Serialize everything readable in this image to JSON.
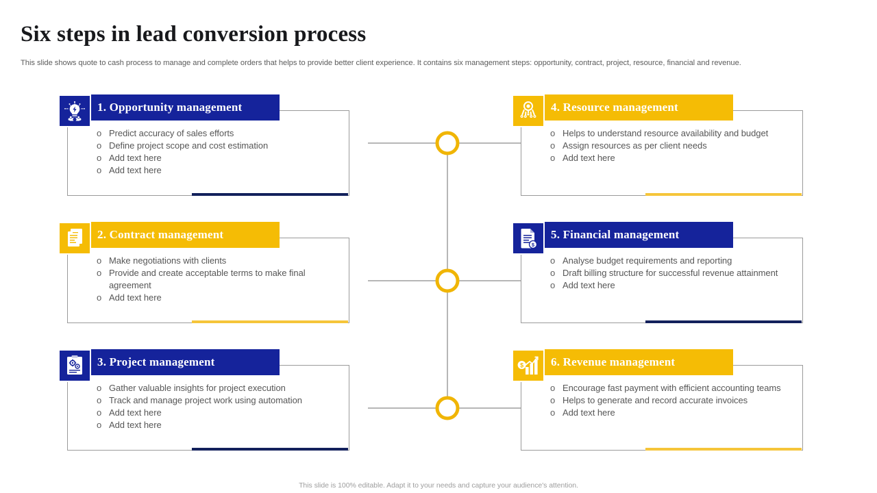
{
  "slide": {
    "title": "Six steps in lead conversion process",
    "subtitle": "This slide shows quote to cash process to manage and complete orders that helps to provide better client experience. It contains six management steps: opportunity, contract,  project, resource, financial and revenue.",
    "footer": "This slide is 100% editable.  Adapt it to your needs and capture your audience's attention."
  },
  "colors": {
    "blue": "#15239b",
    "blue_accent": "#13215c",
    "amber": "#f5bc05",
    "amber_accent": "#f5c53a",
    "outline": "#9a9a9a",
    "title_text": "#18191c",
    "body_text": "#565656",
    "footer_text": "#9d9d9d"
  },
  "bullet_marker": "o",
  "connectors": {
    "node_count": 3,
    "node_color": "#f0b505",
    "line_color": "#6e6e6e",
    "node_labels": [
      "connector-node-1",
      "connector-node-2",
      "connector-node-3"
    ]
  },
  "cards": [
    {
      "number": "1.",
      "title": "1. Opportunity management",
      "theme": "blue",
      "icon": "lightbulb-idea-gear-icon",
      "bullets": [
        "Predict accuracy of sales efforts",
        "Define project scope and cost estimation",
        "Add text here",
        "Add text here"
      ]
    },
    {
      "number": "2.",
      "title": "2. Contract management",
      "theme": "amber",
      "icon": "contract-clipboard-icon",
      "bullets": [
        "Make negotiations with clients",
        "Provide and create acceptable terms to make final agreement",
        "Add text here"
      ]
    },
    {
      "number": "3.",
      "title": "3. Project management",
      "theme": "blue",
      "icon": "project-clipboard-gear-icon",
      "bullets": [
        "Gather valuable insights for project execution",
        "Track and manage project work using automation",
        "Add text here",
        "Add text here"
      ]
    },
    {
      "number": "4.",
      "title": "4. Resource management",
      "theme": "amber",
      "icon": "resource-network-gear-icon",
      "bullets": [
        "Helps to understand resource availability and budget",
        "Assign resources as per client needs",
        "Add text here"
      ]
    },
    {
      "number": "5.",
      "title": "5. Financial management",
      "theme": "blue",
      "icon": "financial-document-dollar-icon",
      "bullets": [
        "Analyse budget requirements and reporting",
        "Draft billing structure for successful revenue attainment",
        "Add text here"
      ]
    },
    {
      "number": "6.",
      "title": "6. Revenue management",
      "theme": "amber",
      "icon": "revenue-bar-chart-dollar-icon",
      "bullets": [
        "Encourage fast payment with efficient accounting teams",
        "Helps to generate and record accurate invoices",
        "Add text here"
      ]
    }
  ]
}
